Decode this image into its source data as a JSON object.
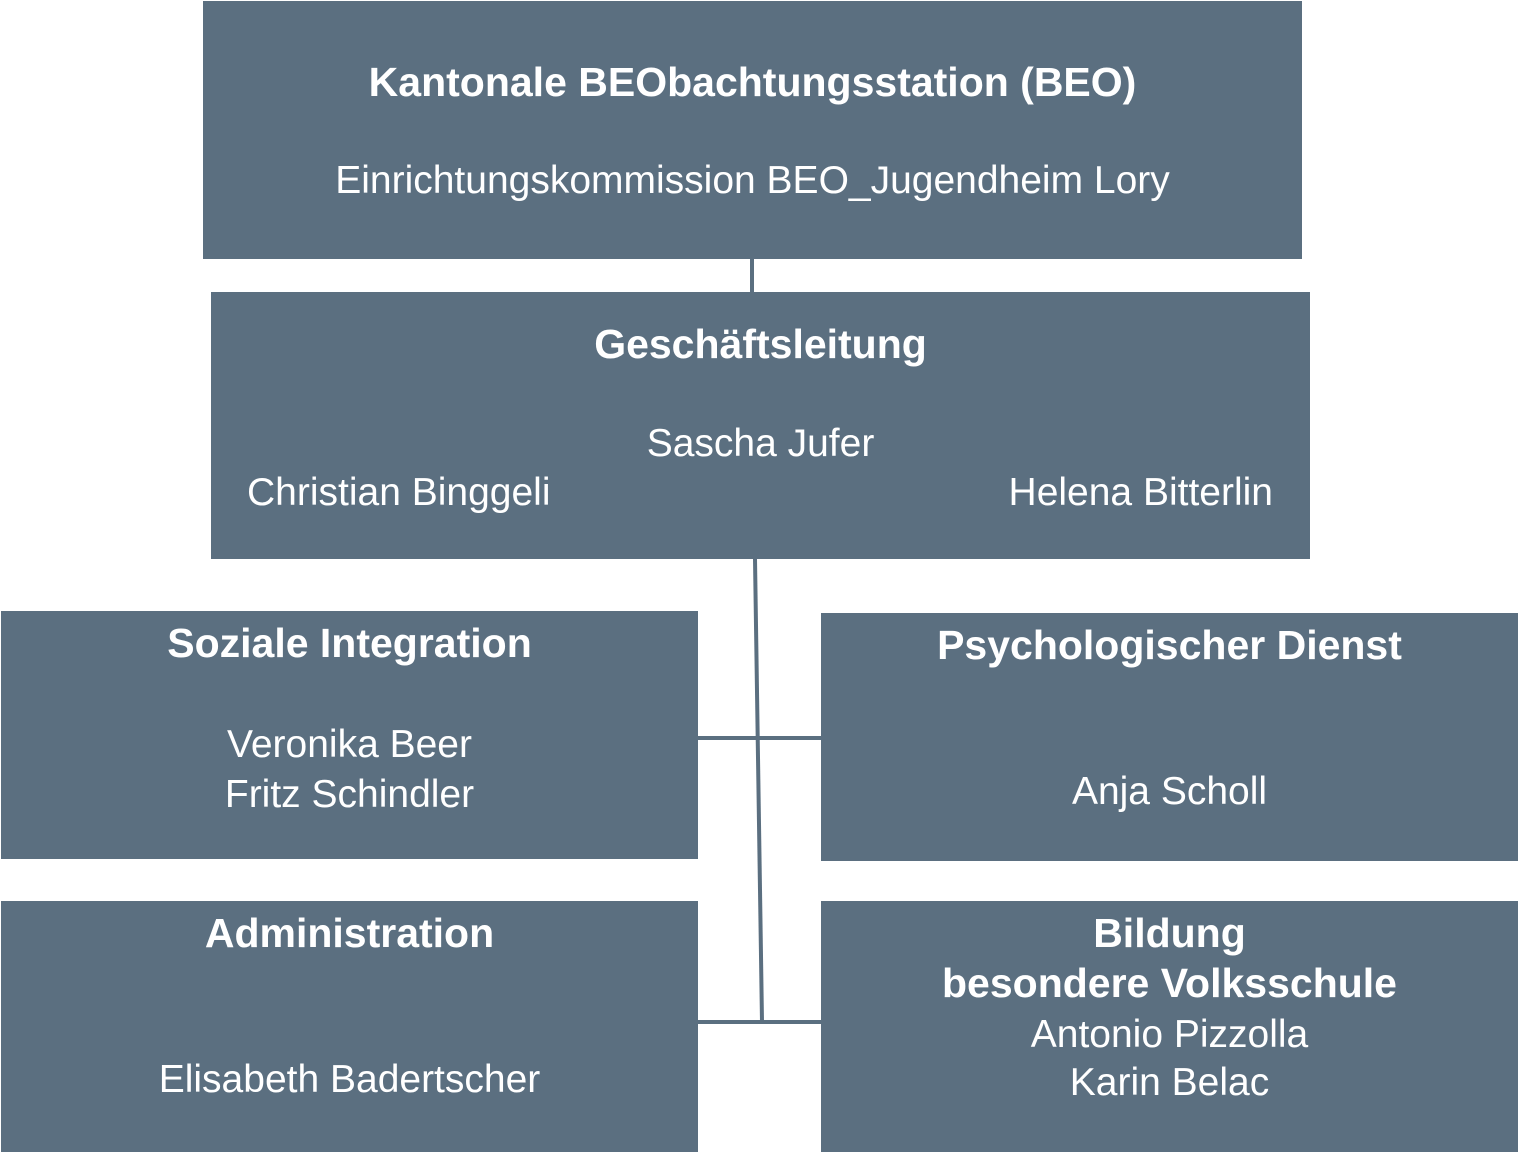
{
  "colors": {
    "box_fill": "#5b6f80",
    "text": "#ffffff",
    "connector": "#5b6f80",
    "background": "#ffffff"
  },
  "top": {
    "title": "Kantonale BEObachtungsstation (BEO)",
    "subtitle": "Einrichtungskommission BEO_Jugendheim Lory"
  },
  "management": {
    "title": "Geschäftsleitung",
    "center_person": "Sascha Jufer",
    "left_person": "Christian Binggeli",
    "right_person": "Helena Bitterlin"
  },
  "social": {
    "title": "Soziale Integration",
    "person_1": "Veronika Beer",
    "person_2": "Fritz Schindler"
  },
  "psych": {
    "title": "Psychologischer Dienst",
    "person_1": "Anja Scholl"
  },
  "admin": {
    "title": "Administration",
    "person_1": "Elisabeth Badertscher"
  },
  "education": {
    "title_line_1": "Bildung",
    "title_line_2": "besondere Volksschule",
    "person_1": "Antonio Pizzolla",
    "person_2": "Karin Belac"
  }
}
